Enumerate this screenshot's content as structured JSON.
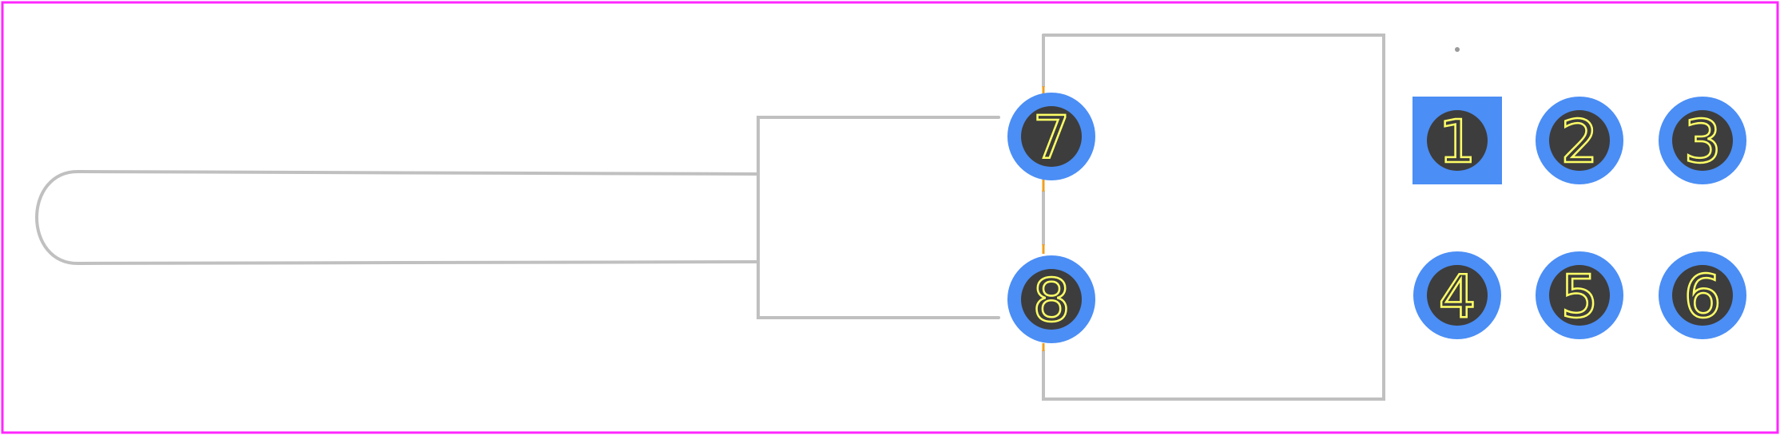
{
  "colors": {
    "background": "#ffffff",
    "board_outline": "#ff26ff",
    "silkscreen": "#c0c0c0",
    "pad": "#4b8ef5",
    "drill": "#3d3d3d",
    "label": "#ffff66",
    "courtyard_accent": "#f0a020"
  },
  "pins": [
    {
      "number": "1",
      "shape": "square"
    },
    {
      "number": "2",
      "shape": "round"
    },
    {
      "number": "3",
      "shape": "round"
    },
    {
      "number": "4",
      "shape": "round"
    },
    {
      "number": "5",
      "shape": "round"
    },
    {
      "number": "6",
      "shape": "round"
    },
    {
      "number": "7",
      "shape": "round"
    },
    {
      "number": "8",
      "shape": "round"
    }
  ]
}
